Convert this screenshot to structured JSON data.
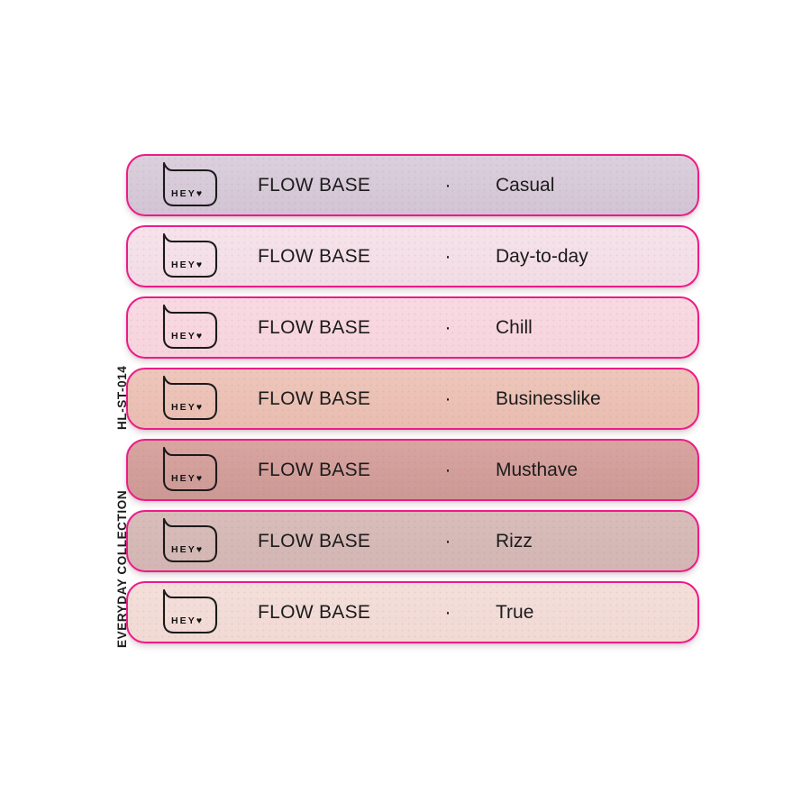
{
  "page": {
    "background": "#ffffff",
    "accent_border": "#ec1c87",
    "text_color": "#1c1c1c"
  },
  "side_labels": {
    "code": "HL-ST-014",
    "collection": "EVERYDAY COLLECTION"
  },
  "logo": {
    "text": "HEY♥",
    "icon": "speech-bubble-tail"
  },
  "swatches": {
    "separator": "·",
    "rows": [
      {
        "brand": "FLOW BASE",
        "name": "Casual",
        "fill": "#dcd0dd",
        "fill_to": "#d2c4d4"
      },
      {
        "brand": "FLOW BASE",
        "name": "Day-to-day",
        "fill": "#f6e3ea",
        "fill_to": "#f2dce5"
      },
      {
        "brand": "FLOW BASE",
        "name": "Chill",
        "fill": "#f8d9e2",
        "fill_to": "#f6d4de"
      },
      {
        "brand": "FLOW BASE",
        "name": "Businesslike",
        "fill": "#eec6bb",
        "fill_to": "#e9bdb0"
      },
      {
        "brand": "FLOW BASE",
        "name": "Musthave",
        "fill": "#d9a5a1",
        "fill_to": "#cd9995"
      },
      {
        "brand": "FLOW BASE",
        "name": "Rizz",
        "fill": "#d8bdba",
        "fill_to": "#d3b6b3"
      },
      {
        "brand": "FLOW BASE",
        "name": "True",
        "fill": "#f4dfda",
        "fill_to": "#f1d9d4"
      }
    ]
  }
}
